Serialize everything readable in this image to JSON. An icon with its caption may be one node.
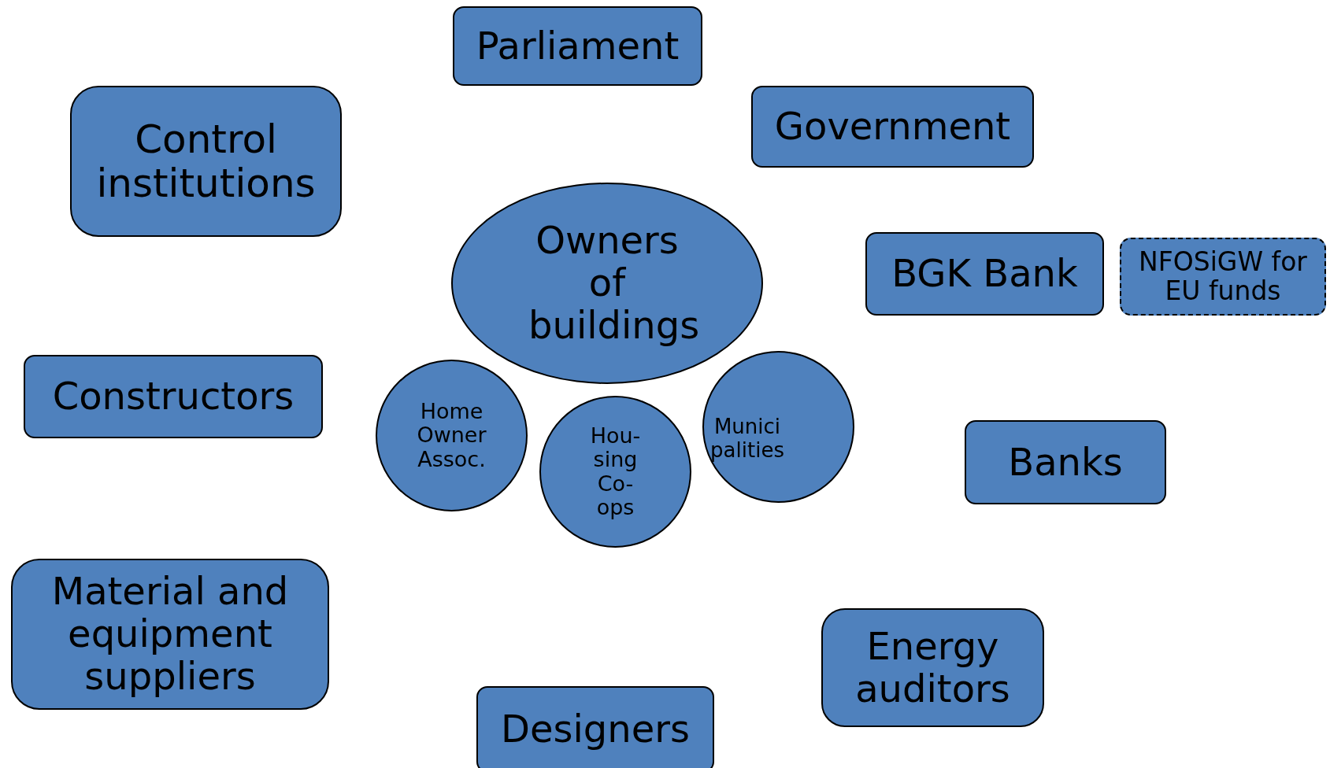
{
  "diagram": {
    "nodes": [
      {
        "text": [
          "Parliament"
        ]
      },
      {
        "text": [
          "Control institutions"
        ]
      },
      {
        "text": [
          "Government"
        ]
      },
      {
        "text": [
          "Owners of buildings"
        ]
      },
      {
        "text": [
          "BGK Bank"
        ]
      },
      {
        "text": [
          "NFOSiGW for EU funds"
        ]
      },
      {
        "text": [
          "Constructors"
        ]
      },
      {
        "text": [
          "Home Owner Assoc."
        ]
      },
      {
        "text": [
          "Hou- sing Co- ops"
        ]
      },
      {
        "text": [
          "Munici palities"
        ]
      },
      {
        "text": [
          "Banks"
        ]
      },
      {
        "text": [
          "Material and equipment suppliers"
        ]
      },
      {
        "text": [
          "Energy auditors"
        ]
      },
      {
        "text": [
          "Designers"
        ]
      }
    ]
  }
}
